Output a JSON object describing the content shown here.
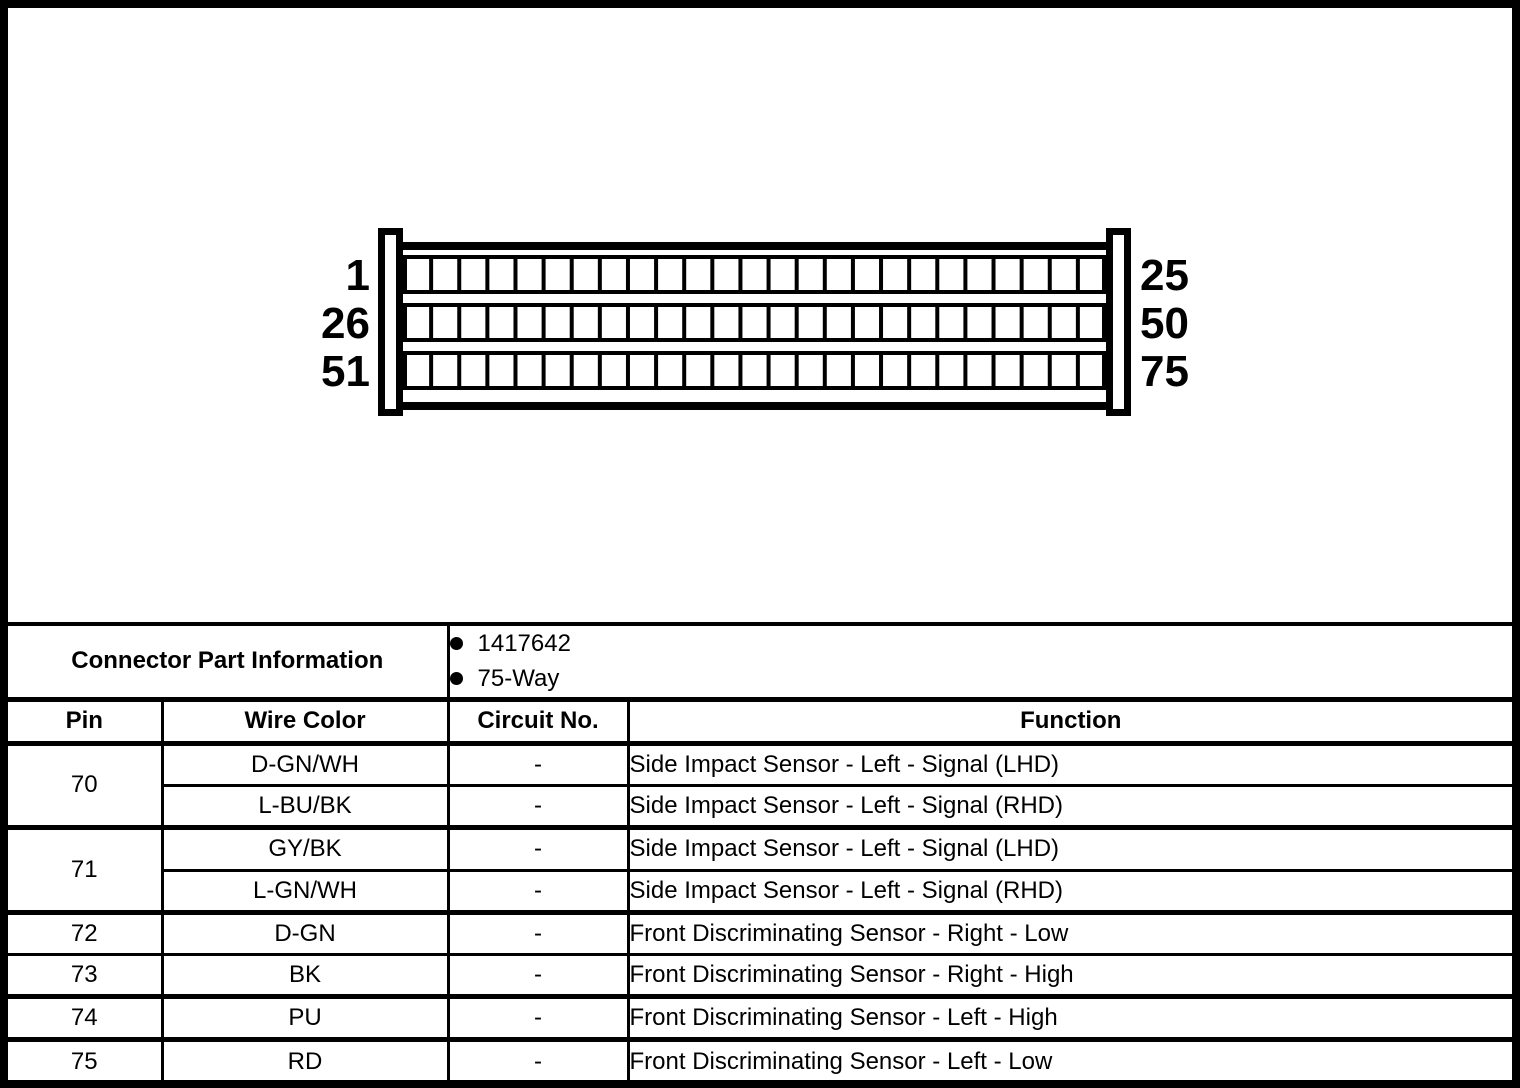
{
  "colors": {
    "ink": "#000000",
    "paper": "#ffffff"
  },
  "connector": {
    "pins_per_row": 25,
    "rows": [
      {
        "left_label": "1",
        "right_label": "25"
      },
      {
        "left_label": "26",
        "right_label": "50"
      },
      {
        "left_label": "51",
        "right_label": "75"
      }
    ]
  },
  "info": {
    "title": "Connector Part Information",
    "bullets": [
      "1417642",
      "75-Way"
    ]
  },
  "table": {
    "headers": {
      "pin": "Pin",
      "wire_color": "Wire Color",
      "circuit_no": "Circuit No.",
      "function": "Function"
    },
    "groups": [
      {
        "pin": "70",
        "entries": [
          {
            "wire_color": "D-GN/WH",
            "circuit_no": "-",
            "function": "Side Impact Sensor - Left - Signal (LHD)"
          },
          {
            "wire_color": "L-BU/BK",
            "circuit_no": "-",
            "function": "Side Impact Sensor - Left - Signal (RHD)"
          }
        ]
      },
      {
        "pin": "71",
        "entries": [
          {
            "wire_color": "GY/BK",
            "circuit_no": "-",
            "function": "Side Impact Sensor - Left - Signal (LHD)"
          },
          {
            "wire_color": "L-GN/WH",
            "circuit_no": "-",
            "function": "Side Impact Sensor - Left - Signal (RHD)"
          }
        ]
      },
      {
        "pin": "72",
        "entries": [
          {
            "wire_color": "D-GN",
            "circuit_no": "-",
            "function": "Front Discriminating Sensor - Right - Low"
          }
        ]
      },
      {
        "pin": "73",
        "entries": [
          {
            "wire_color": "BK",
            "circuit_no": "-",
            "function": "Front Discriminating Sensor - Right - High"
          }
        ]
      },
      {
        "pin": "74",
        "entries": [
          {
            "wire_color": "PU",
            "circuit_no": "-",
            "function": "Front Discriminating Sensor - Left - High"
          }
        ]
      },
      {
        "pin": "75",
        "entries": [
          {
            "wire_color": "RD",
            "circuit_no": "-",
            "function": "Front Discriminating Sensor - Left - Low"
          }
        ]
      }
    ]
  }
}
